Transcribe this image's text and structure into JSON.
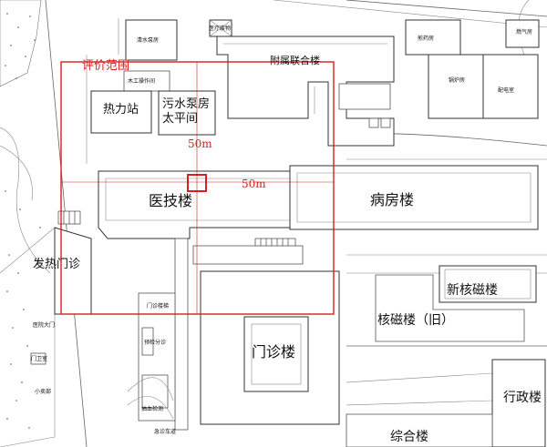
{
  "boundary": {
    "label": "评价范围",
    "color": "#d42020"
  },
  "measurements": {
    "vertical": "50m",
    "horizontal": "50m"
  },
  "buildings": {
    "medical_tech": "医技楼",
    "ward": "病房楼",
    "outpatient": "门诊楼",
    "heating_station": "热力站",
    "sewage_pump": "污水泵房",
    "taiping_room": "太平间",
    "fever_clinic": "发热门诊",
    "new_mri": "新核磁楼",
    "old_mri": "核磁楼（旧）",
    "admin": "行政楼",
    "complex": "综合楼",
    "annex": "附属联合楼",
    "clear_water_pump": "清水泵房",
    "medical_waste": "医疗废物",
    "woodwork_room": "木工操作间",
    "decoction": "煎药房",
    "boiler": "锅炉房",
    "power_room": "配电室",
    "gas_room": "燃气房",
    "hospital_gate": "医院大门",
    "gate_guard": "门卫室",
    "kiosk": "小卖部",
    "outpatient_stair": "门诊楼梯",
    "pre_triage": "预检分诊",
    "blood_test": "抽血检测",
    "emergency_lane": "急诊车道"
  }
}
